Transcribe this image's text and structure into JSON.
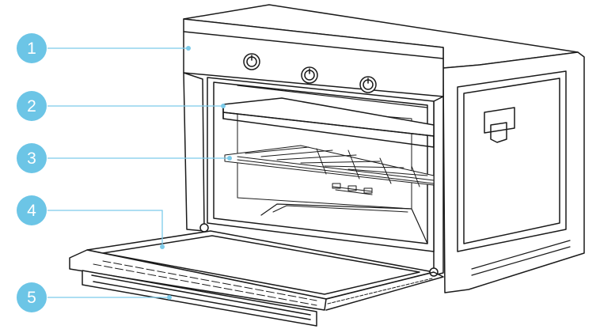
{
  "diagram": {
    "callouts": [
      {
        "number": "1",
        "part": "control-panel"
      },
      {
        "number": "2",
        "part": "oven-tray"
      },
      {
        "number": "3",
        "part": "wire-rack"
      },
      {
        "number": "4",
        "part": "glass-door"
      },
      {
        "number": "5",
        "part": "door-handle"
      }
    ],
    "colors": {
      "badge": "#6CC5E6",
      "leader": "#7CCBEA",
      "line": "#1a1a1a",
      "body": "#ffffff"
    }
  }
}
